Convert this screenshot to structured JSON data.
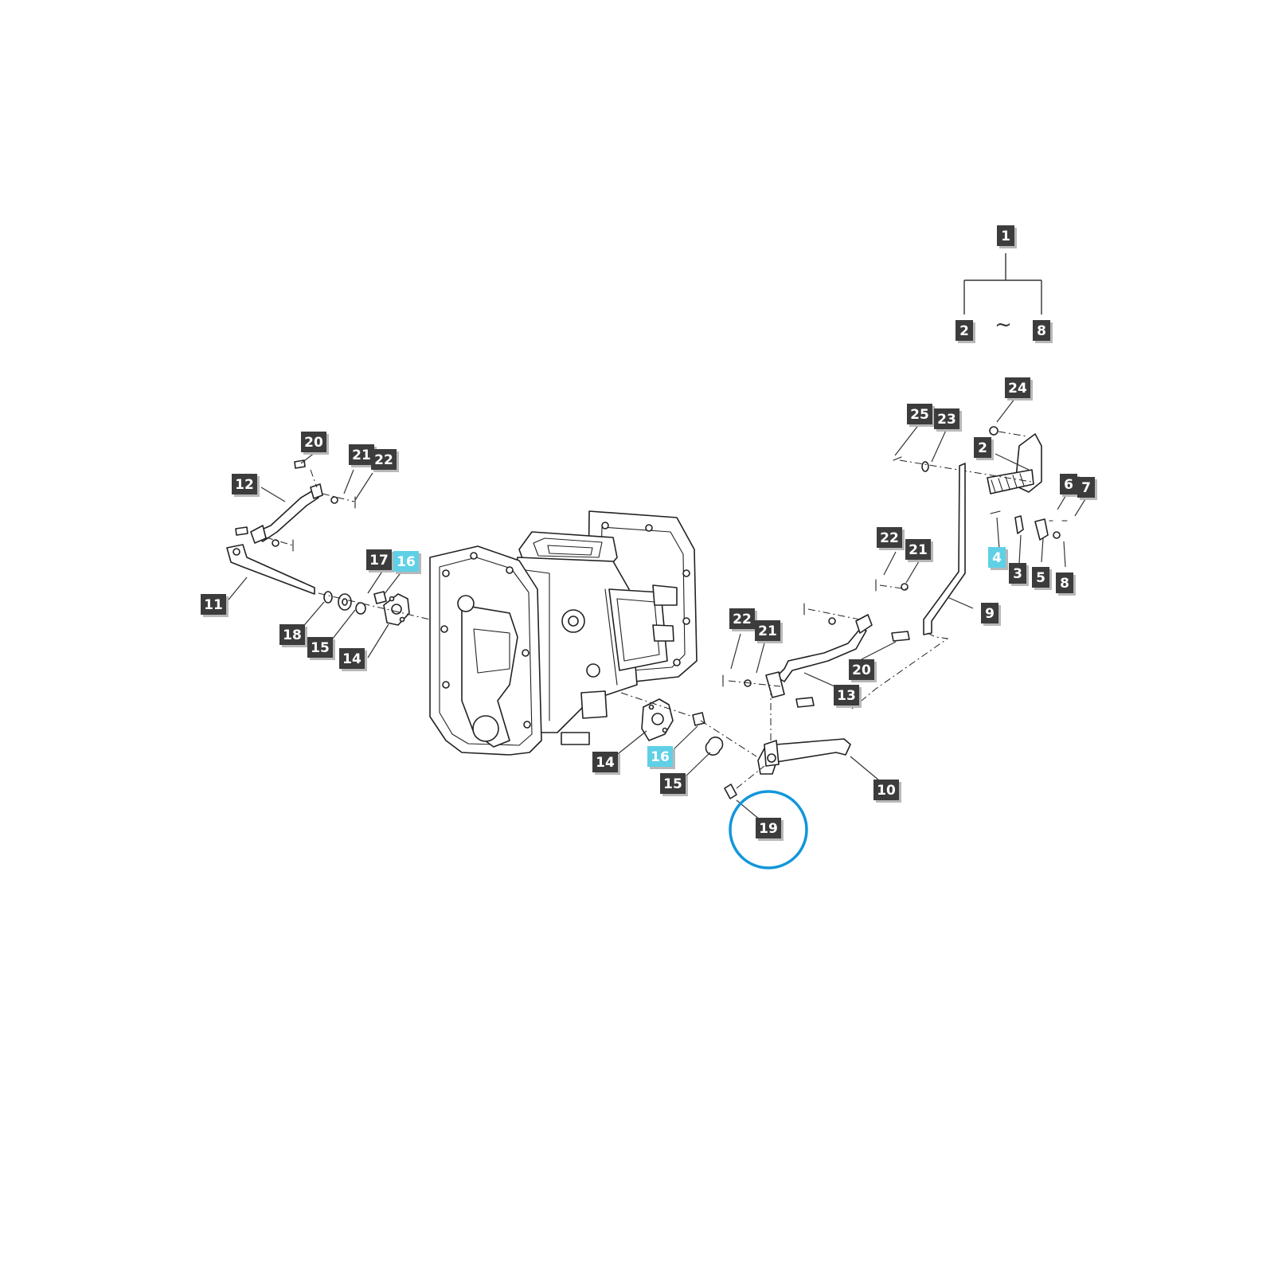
{
  "diagram": {
    "group_header": {
      "parent": "1",
      "range_start": "2",
      "range_separator": "~",
      "range_end": "8"
    },
    "callouts": [
      {
        "id": "c1",
        "label": "1",
        "highlighted": false
      },
      {
        "id": "c2t",
        "label": "2",
        "highlighted": false
      },
      {
        "id": "c8t",
        "label": "8",
        "highlighted": false
      },
      {
        "id": "c24",
        "label": "24",
        "highlighted": false
      },
      {
        "id": "c25",
        "label": "25",
        "highlighted": false
      },
      {
        "id": "c23",
        "label": "23",
        "highlighted": false
      },
      {
        "id": "c2",
        "label": "2",
        "highlighted": false
      },
      {
        "id": "c6",
        "label": "6",
        "highlighted": false
      },
      {
        "id": "c7",
        "label": "7",
        "highlighted": false
      },
      {
        "id": "c4",
        "label": "4",
        "highlighted": true
      },
      {
        "id": "c3",
        "label": "3",
        "highlighted": false
      },
      {
        "id": "c5",
        "label": "5",
        "highlighted": false
      },
      {
        "id": "c8",
        "label": "8",
        "highlighted": false
      },
      {
        "id": "c9",
        "label": "9",
        "highlighted": false
      },
      {
        "id": "c22r",
        "label": "22",
        "highlighted": false
      },
      {
        "id": "c21r",
        "label": "21",
        "highlighted": false
      },
      {
        "id": "c22m",
        "label": "22",
        "highlighted": false
      },
      {
        "id": "c21m",
        "label": "21",
        "highlighted": false
      },
      {
        "id": "c20r",
        "label": "20",
        "highlighted": false
      },
      {
        "id": "c13",
        "label": "13",
        "highlighted": false
      },
      {
        "id": "c10",
        "label": "10",
        "highlighted": false
      },
      {
        "id": "c19",
        "label": "19",
        "highlighted": false
      },
      {
        "id": "c14b",
        "label": "14",
        "highlighted": false
      },
      {
        "id": "c16b",
        "label": "16",
        "highlighted": true
      },
      {
        "id": "c15b",
        "label": "15",
        "highlighted": false
      },
      {
        "id": "c20l",
        "label": "20",
        "highlighted": false
      },
      {
        "id": "c21l",
        "label": "21",
        "highlighted": false
      },
      {
        "id": "c22l",
        "label": "22",
        "highlighted": false
      },
      {
        "id": "c12",
        "label": "12",
        "highlighted": false
      },
      {
        "id": "c11",
        "label": "11",
        "highlighted": false
      },
      {
        "id": "c17",
        "label": "17",
        "highlighted": false
      },
      {
        "id": "c16a",
        "label": "16",
        "highlighted": true
      },
      {
        "id": "c18",
        "label": "18",
        "highlighted": false
      },
      {
        "id": "c15a",
        "label": "15",
        "highlighted": false
      },
      {
        "id": "c14a",
        "label": "14",
        "highlighted": false
      }
    ],
    "circled_callout": "19",
    "colors": {
      "callout_bg": "#3c3c3c",
      "callout_highlight": "#5fd0e6",
      "circle_highlight": "#1296db",
      "line": "#222222"
    }
  }
}
